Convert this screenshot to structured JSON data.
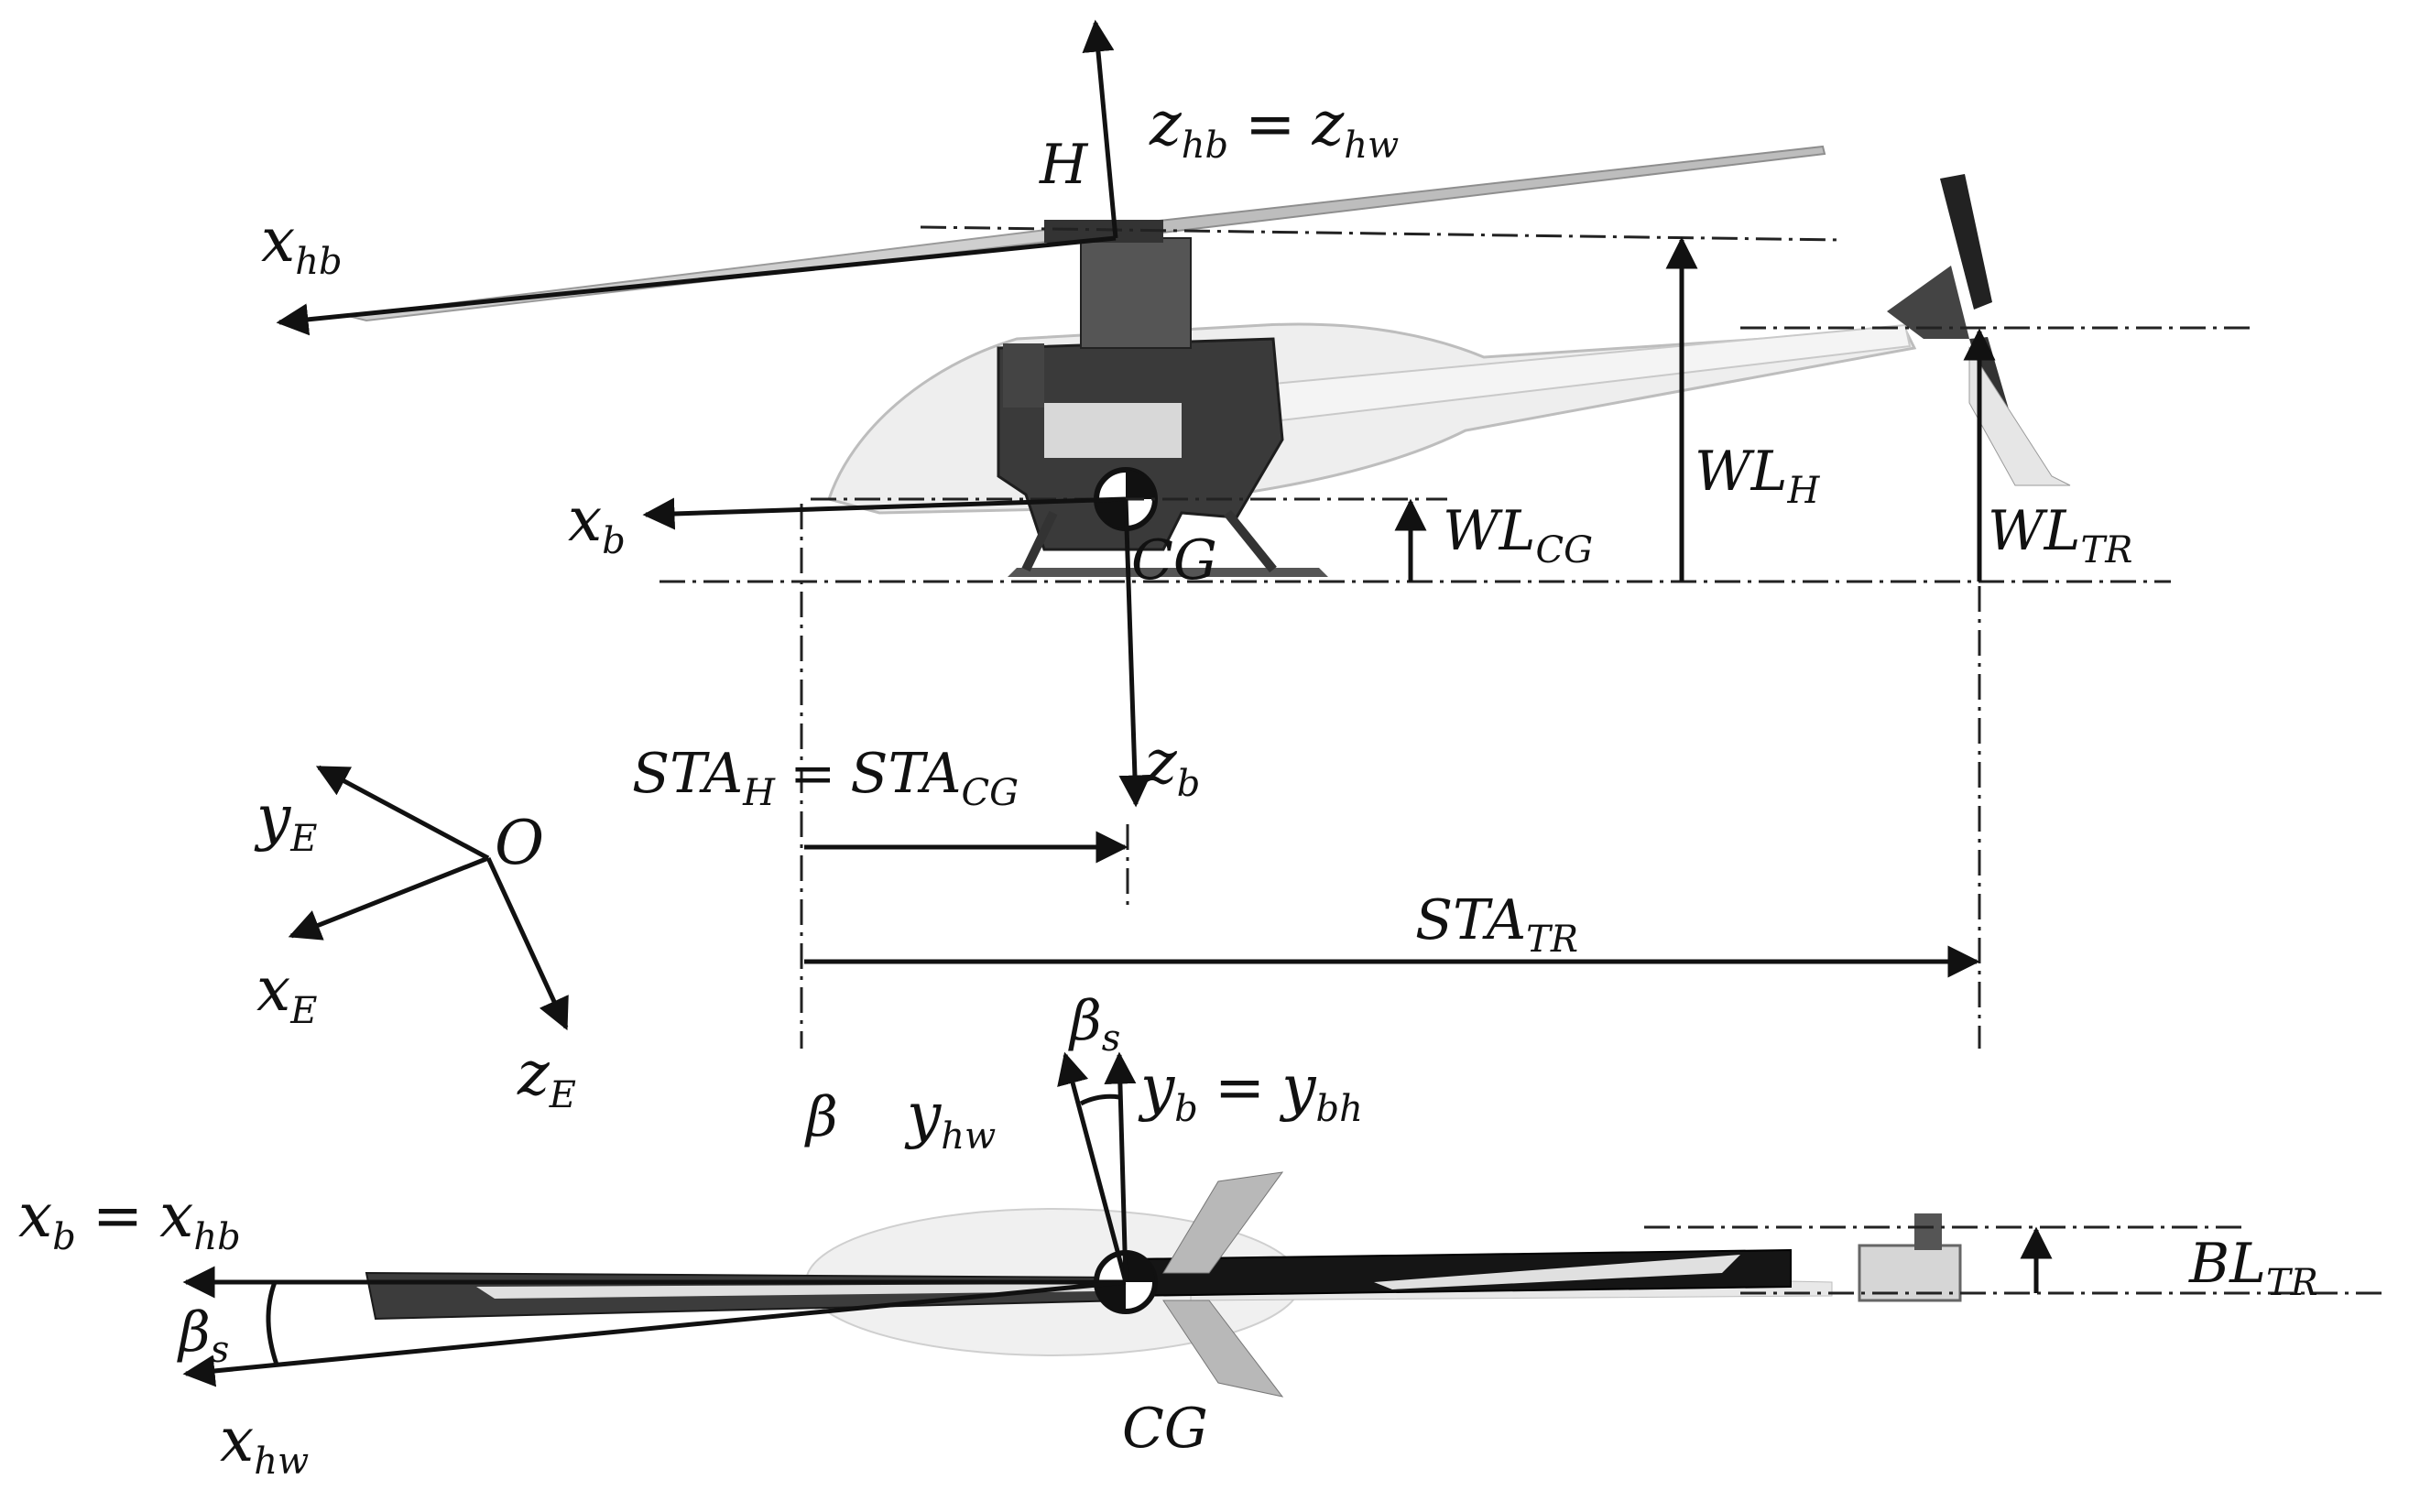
{
  "labels": {
    "side_view": {
      "z_hb": "z",
      "z_hb_sub": "hb",
      "eq1": "=",
      "z_hw": "z",
      "z_hw_sub": "hw",
      "H": "H",
      "x_hb": "x",
      "x_hb_sub": "hb",
      "x_b": "x",
      "x_b_sub": "b",
      "CG": "CG",
      "WL_CG": "WL",
      "WL_CG_sub": "CG",
      "WL_H": "WL",
      "WL_H_sub": "H",
      "WL_TR": "WL",
      "WL_TR_sub": "TR",
      "z_b": "z",
      "z_b_sub": "b",
      "STA_H": "STA",
      "STA_H_sub": "H",
      "eq2": "=",
      "STA_CG": "STA",
      "STA_CG_sub": "CG",
      "STA_TR": "STA",
      "STA_TR_sub": "TR"
    },
    "earth_frame": {
      "y_E": "y",
      "y_E_sub": "E",
      "x_E": "x",
      "x_E_sub": "E",
      "z_E": "z",
      "z_E_sub": "E",
      "O": "O"
    },
    "top_view": {
      "beta": "β",
      "beta_s": "β",
      "beta_s_sub": "s",
      "y_hw": "y",
      "y_hw_sub": "hw",
      "y_b": "y",
      "y_b_sub": "b",
      "eq3": "=",
      "y_bh": "y",
      "y_bh_sub": "bh",
      "x_b": "x",
      "x_b_sub": "b",
      "eq4": "=",
      "x_hb": "x",
      "x_hb_sub": "hb",
      "beta_s2": "β",
      "beta_s2_sub": "s",
      "x_hw": "x",
      "x_hw_sub": "hw",
      "CG": "CG",
      "BL_TR": "BL",
      "BL_TR_sub": "TR"
    }
  },
  "colors": {
    "ink": "#111111",
    "body": "#dcdcdc",
    "frame": "#333333",
    "blade": "#2a2a2a"
  }
}
